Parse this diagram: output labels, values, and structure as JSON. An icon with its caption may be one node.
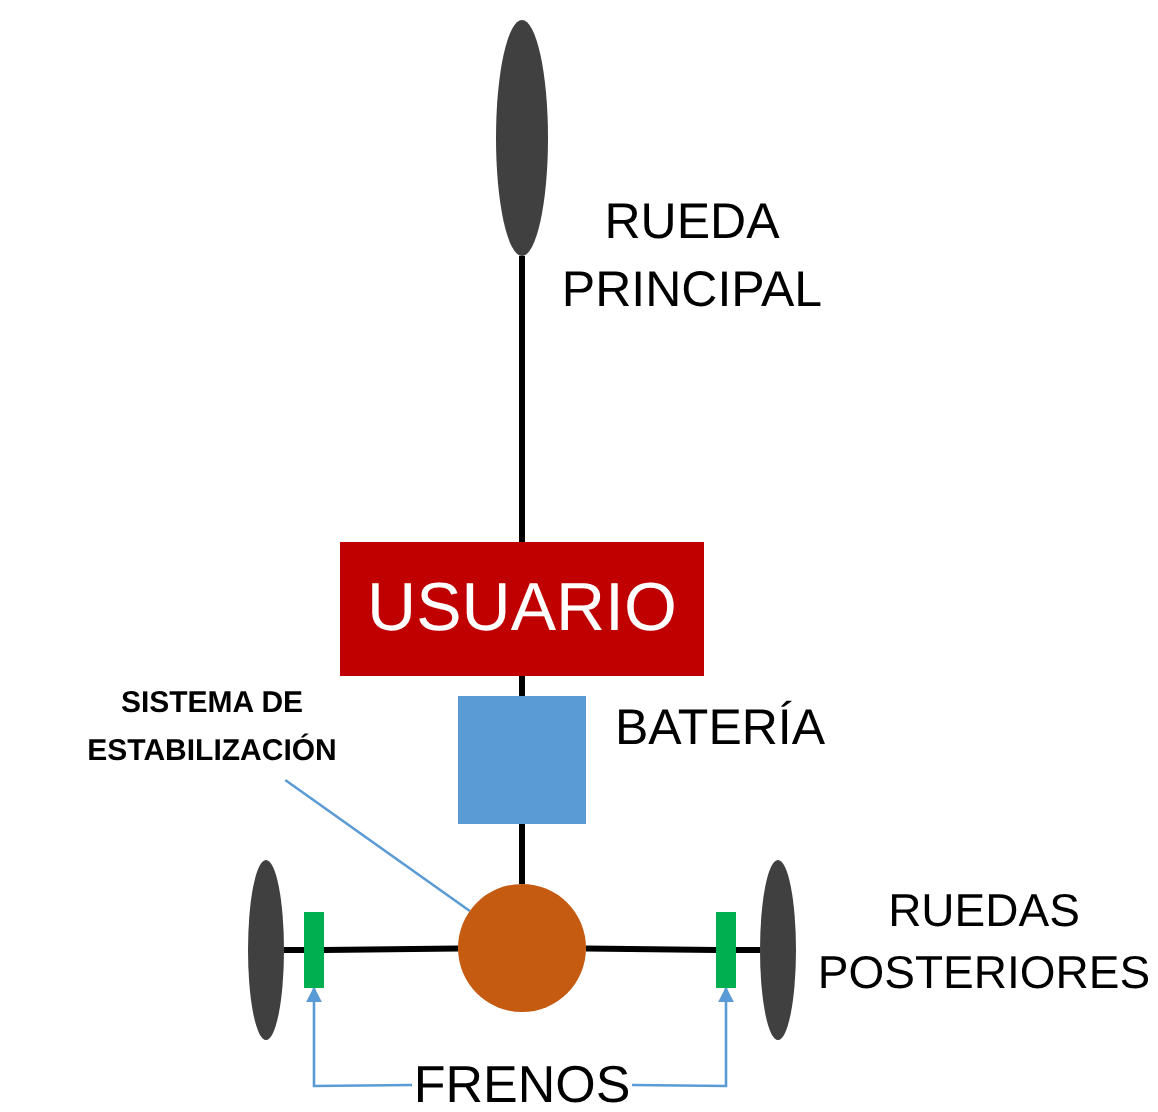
{
  "diagram": {
    "nodes": [
      {
        "text": [],
        "shape": "ellipse",
        "beside": [
          "RUEDA PRINCIPAL"
        ]
      },
      {
        "text": [
          "USUARIO"
        ]
      },
      {
        "text": [],
        "shape": "box",
        "beside": [
          "BATERÍA"
        ]
      },
      {
        "text": [],
        "shape": "circle"
      },
      {
        "text": [],
        "shape": "ellipse"
      },
      {
        "text": [],
        "shape": "bar"
      },
      {
        "text": [],
        "shape": "bar"
      },
      {
        "text": [],
        "shape": "ellipse",
        "beside": [
          "RUEDAS POSTERIORES"
        ]
      },
      {
        "text": [
          "SISTEMA DE ESTABILIZACIÓN"
        ]
      },
      {
        "text": [
          "FRENOS"
        ]
      }
    ],
    "edges": [
      {
        "from": 0,
        "to": 1,
        "arrow": "none"
      },
      {
        "from": 1,
        "to": 2,
        "arrow": "none"
      },
      {
        "from": 2,
        "to": 3,
        "arrow": "none"
      },
      {
        "from": 4,
        "to": 5,
        "arrow": "none"
      },
      {
        "from": 5,
        "to": 3,
        "arrow": "none"
      },
      {
        "from": 3,
        "to": 6,
        "arrow": "none"
      },
      {
        "from": 6,
        "to": 7,
        "arrow": "none"
      },
      {
        "from": 8,
        "to": 3,
        "arrow": "none",
        "color": "#5b9bd5"
      },
      {
        "from": 9,
        "to": 5,
        "arrow": "to",
        "color": "#5b9bd5"
      },
      {
        "from": 9,
        "to": 6,
        "arrow": "to",
        "color": "#5b9bd5"
      }
    ]
  }
}
